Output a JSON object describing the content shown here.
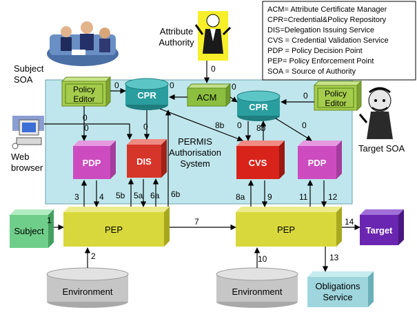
{
  "legend": [
    "ACM= Attribute Certificate Manager",
    "CPR=Credential&Policy Repository",
    "DIS=Delegation Issuing Service",
    "CVS = Credential Validation Service",
    "PDP = Policy Decision Point",
    "PEP= Policy Enforcement Point",
    "SOA = Source of Authority"
  ],
  "labels": {
    "attribute_authority_1": "Attribute",
    "attribute_authority_2": "Authority",
    "subject_soa_1": "Subject",
    "subject_soa_2": "SOA",
    "web_browser_1": "Web",
    "web_browser_2": "browser",
    "target_soa": "Target SOA",
    "permis_1": "PERMIS",
    "permis_2": "Authorisation",
    "permis_3": "System"
  },
  "boxes": {
    "policy_editor_left_1": "Policy",
    "policy_editor_left_2": "Editor",
    "policy_editor_right_1": "Policy",
    "policy_editor_right_2": "Editor",
    "cpr_left": "CPR",
    "cpr_right": "CPR",
    "acm": "ACM",
    "pdp_left": "PDP",
    "dis": "DIS",
    "cvs": "CVS",
    "pdp_right": "PDP",
    "pep_left": "PEP",
    "pep_right": "PEP",
    "subject": "Subject",
    "target": "Target",
    "environment_left": "Environment",
    "environment_right": "Environment",
    "obligations_1": "Obligations",
    "obligations_2": "Service"
  },
  "flow_numbers": {
    "aa_to_acm": "0",
    "pe_left_to_cpr": "0",
    "acm_to_cpr_left": "0",
    "acm_to_cpr_right": "0",
    "pe_right_to_cpr": "0",
    "browser_to_dis": "0",
    "pe_left_to_pdp": "0",
    "cpr_to_dis": "0",
    "cpr_right_to_cvs": "0",
    "cpr_right_to_pdp": "0",
    "cpr_left_to_cvs": "8b",
    "cvs_to_cpr_right": "8b",
    "pep_pdp_3": "3",
    "pep_pdp_4": "4",
    "pep_dis_5b": "5b",
    "pep_dis_5a": "5a",
    "pep_dis_6a": "6a",
    "pep_cpr_6b": "6b",
    "pep_cvs_8a": "8a",
    "pep_cvs_9": "9",
    "pep_pdp_11": "11",
    "pep_pdp_12": "12",
    "subject_pep": "1",
    "env_pep": "2",
    "pep_pep": "7",
    "env_pep_right": "10",
    "pep_obligations": "13",
    "pep_target": "14"
  },
  "colors": {
    "permis_panel": "#bfe6ec",
    "policy_editor": "#a5cc4c",
    "cpr": "#2a9e9f",
    "acm": "#8cbf3f",
    "pdp": "#cc4cc0",
    "dis": "#d6352a",
    "cvs": "#d8231b",
    "pep": "#d8d83c",
    "subject": "#6fcf8a",
    "target": "#6a26b0",
    "environment": "#c6c6c6",
    "obligations": "#9fd6de"
  },
  "icons": [
    "people-meeting-icon",
    "attribute-authority-figure-icon",
    "web-browser-computer-icon",
    "target-soa-figure-icon"
  ]
}
